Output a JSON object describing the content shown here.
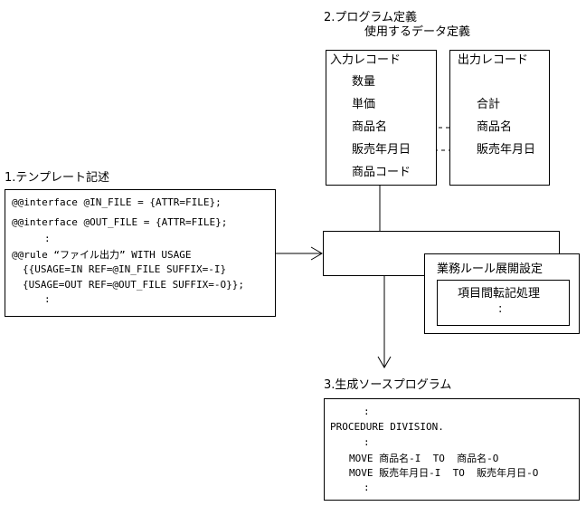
{
  "program_def": {
    "title": "2.プログラム定義",
    "subtitle": "使用するデータ定義",
    "input_record": {
      "title": "入力レコード",
      "fields": [
        "数量",
        "単価",
        "商品名",
        "販売年月日",
        "商品コード"
      ]
    },
    "output_record": {
      "title": "出力レコード",
      "fields": [
        "合計",
        "商品名",
        "販売年月日"
      ]
    }
  },
  "template": {
    "title": "1.テンプレート記述",
    "lines": [
      "@@interface @IN_FILE = {ATTR=FILE};",
      "@@interface @OUT_FILE = {ATTR=FILE};",
      ":",
      "@@rule “ファイル出力” WITH USAGE",
      "{{USAGE=IN REF=@IN_FILE SUFFIX=-I}",
      "{USAGE=OUT REF=@OUT_FILE SUFFIX=-O}};",
      ":"
    ]
  },
  "business_rule": {
    "title": "業務ルール展開設定",
    "inner_title": "項目間転記処理",
    "inner_more": ":"
  },
  "generated": {
    "title": "3.生成ソースプログラム",
    "lines": [
      ":",
      "PROCEDURE DIVISION.",
      ":",
      "MOVE 商品名-I  TO  商品名-O",
      "MOVE 販売年月日-I  TO  販売年月日-O",
      ":"
    ]
  }
}
